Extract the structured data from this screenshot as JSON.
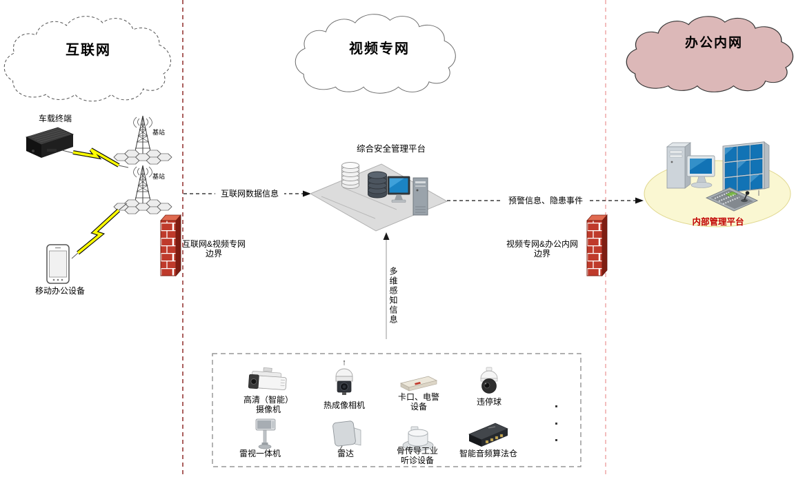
{
  "zones": {
    "internet": {
      "cloud_label": "互联网"
    },
    "video_network": {
      "cloud_label": "视频专网",
      "platform_label": "综合安全管理平台"
    },
    "office_intranet": {
      "cloud_label": "办公内网",
      "platform_label": "内部管理平台"
    }
  },
  "internet_zone": {
    "vehicle_terminal_label": "车载终端",
    "base_station_top_label": "基站",
    "base_station_bottom_label": "基站",
    "mobile_office_label": "移动办公设备"
  },
  "flows": {
    "internet_data": "互联网数据信息",
    "alert_events": "预警信息、隐患事件",
    "multi_sense": "多维感知信息"
  },
  "boundaries": {
    "internet_video": "互联网&视频专网\n边界",
    "video_office": "视频专网&办公内网\n边界"
  },
  "sensor_box": {
    "devices": [
      {
        "label": "高清（智能）\n摄像机",
        "icon": "bullet-camera-icon"
      },
      {
        "label": "热成像相机",
        "icon": "thermal-ptz-camera-icon"
      },
      {
        "label": "卡口、电警\n设备",
        "icon": "checkpoint-epolice-icon"
      },
      {
        "label": "违停球",
        "icon": "parking-dome-camera-icon"
      },
      {
        "label": "雷视一体机",
        "icon": "radar-video-unit-icon"
      },
      {
        "label": "雷达",
        "icon": "radar-panel-icon"
      },
      {
        "label": "骨传导工业\n听诊设备",
        "icon": "bone-conduction-sensor-icon"
      },
      {
        "label": "智能音频算法仓",
        "icon": "audio-algorithm-box-icon"
      }
    ]
  },
  "colors": {
    "left_boundary_dash": "#953735",
    "right_boundary_dash": "#f2bdbd",
    "office_cloud_fill": "#dcb8b8",
    "firewall_brick": "#bf3a2b",
    "platform_slab": "#dcdcdc",
    "ellipse_highlight": "#faf7d2",
    "internal_platform_text": "#c00000",
    "lightning": "#ffff00",
    "screen_blue": "#1273b5"
  }
}
